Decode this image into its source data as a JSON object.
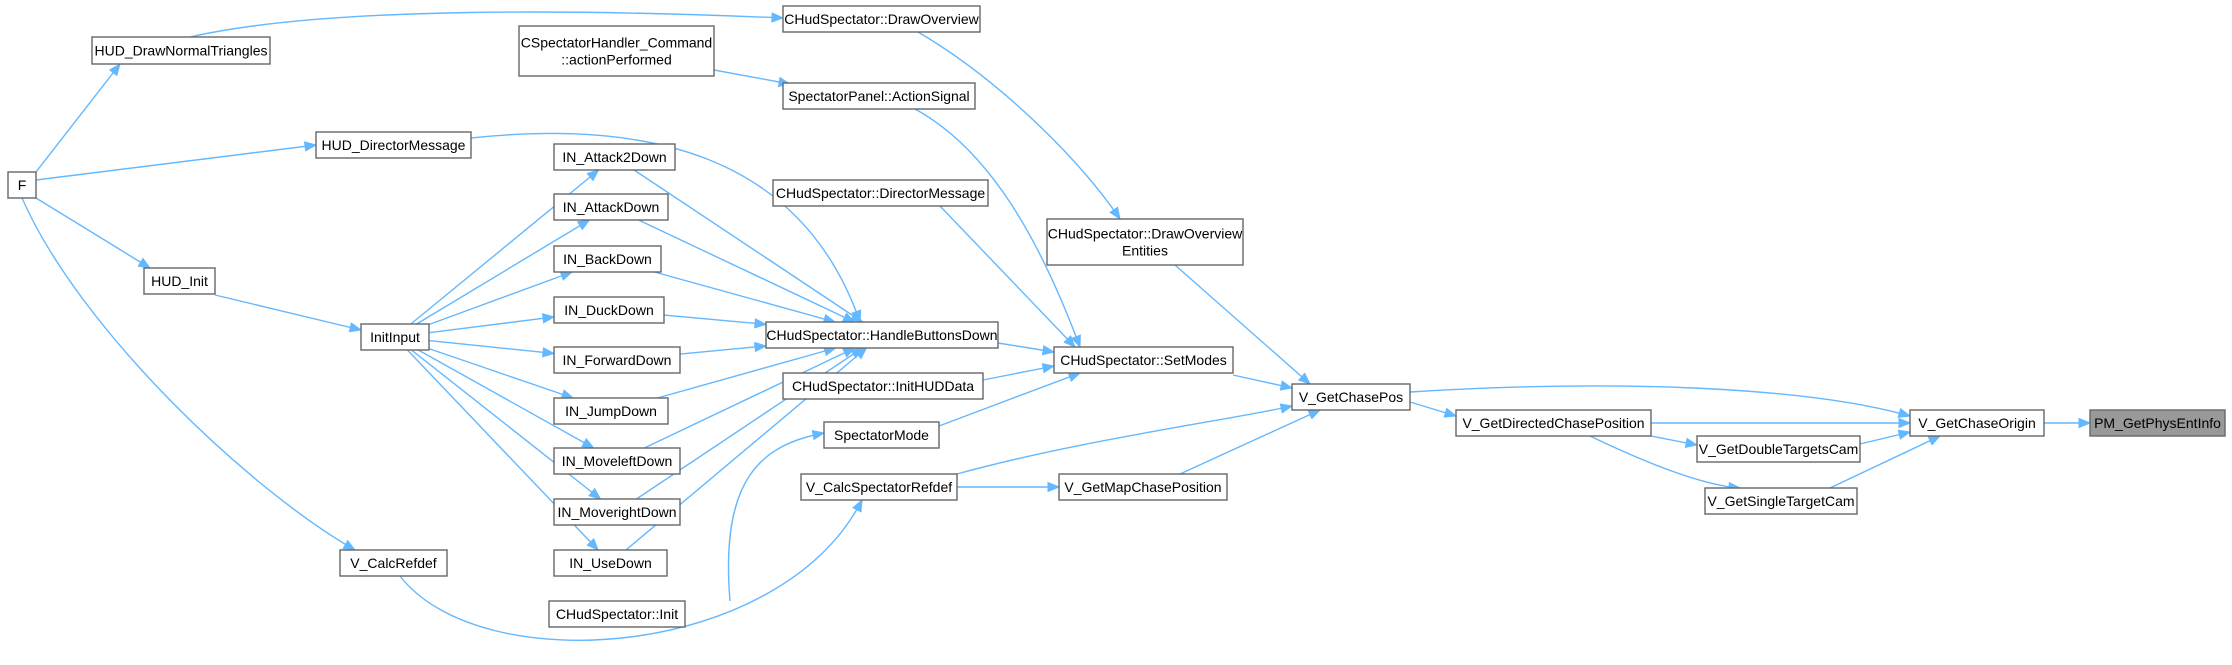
{
  "graph": {
    "target": "PM_GetPhysEntInfo",
    "nodes": [
      {
        "id": "F",
        "lines": [
          "F"
        ]
      },
      {
        "id": "HUD_DrawNormalTriangles",
        "lines": [
          "HUD_DrawNormalTriangles"
        ]
      },
      {
        "id": "HUD_DirectorMessage",
        "lines": [
          "HUD_DirectorMessage"
        ]
      },
      {
        "id": "HUD_Init",
        "lines": [
          "HUD_Init"
        ]
      },
      {
        "id": "V_CalcRefdef",
        "lines": [
          "V_CalcRefdef"
        ]
      },
      {
        "id": "InitInput",
        "lines": [
          "InitInput"
        ]
      },
      {
        "id": "CSpectatorHandler_Command",
        "lines": [
          "CSpectatorHandler_Command",
          "::actionPerformed"
        ]
      },
      {
        "id": "IN_Attack2Down",
        "lines": [
          "IN_Attack2Down"
        ]
      },
      {
        "id": "IN_AttackDown",
        "lines": [
          "IN_AttackDown"
        ]
      },
      {
        "id": "IN_BackDown",
        "lines": [
          "IN_BackDown"
        ]
      },
      {
        "id": "IN_DuckDown",
        "lines": [
          "IN_DuckDown"
        ]
      },
      {
        "id": "IN_ForwardDown",
        "lines": [
          "IN_ForwardDown"
        ]
      },
      {
        "id": "IN_JumpDown",
        "lines": [
          "IN_JumpDown"
        ]
      },
      {
        "id": "IN_MoveleftDown",
        "lines": [
          "IN_MoveleftDown"
        ]
      },
      {
        "id": "IN_MoverightDown",
        "lines": [
          "IN_MoverightDown"
        ]
      },
      {
        "id": "IN_UseDown",
        "lines": [
          "IN_UseDown"
        ]
      },
      {
        "id": "CHudSpectatorInit",
        "lines": [
          "CHudSpectator::Init"
        ]
      },
      {
        "id": "CHudSpectatorDrawOverview",
        "lines": [
          "CHudSpectator::DrawOverview"
        ]
      },
      {
        "id": "SpectatorPanelActionSignal",
        "lines": [
          "SpectatorPanel::ActionSignal"
        ]
      },
      {
        "id": "CHudSpectatorDirectorMessage",
        "lines": [
          "CHudSpectator::DirectorMessage"
        ]
      },
      {
        "id": "CHudSpectatorHandleButtonsDown",
        "lines": [
          "CHudSpectator::HandleButtonsDown"
        ]
      },
      {
        "id": "CHudSpectatorInitHUDData",
        "lines": [
          "CHudSpectator::InitHUDData"
        ]
      },
      {
        "id": "SpectatorMode",
        "lines": [
          "SpectatorMode"
        ]
      },
      {
        "id": "V_CalcSpectatorRefdef",
        "lines": [
          "V_CalcSpectatorRefdef"
        ]
      },
      {
        "id": "CHudSpectatorDrawOverviewEntities",
        "lines": [
          "CHudSpectator::DrawOverview",
          "Entities"
        ]
      },
      {
        "id": "CHudSpectatorSetModes",
        "lines": [
          "CHudSpectator::SetModes"
        ]
      },
      {
        "id": "V_GetMapChasePosition",
        "lines": [
          "V_GetMapChasePosition"
        ]
      },
      {
        "id": "V_GetChasePos",
        "lines": [
          "V_GetChasePos"
        ]
      },
      {
        "id": "V_GetDirectedChasePosition",
        "lines": [
          "V_GetDirectedChasePosition"
        ]
      },
      {
        "id": "V_GetDoubleTargetsCam",
        "lines": [
          "V_GetDoubleTargetsCam"
        ]
      },
      {
        "id": "V_GetSingleTargetCam",
        "lines": [
          "V_GetSingleTargetCam"
        ]
      },
      {
        "id": "V_GetChaseOrigin",
        "lines": [
          "V_GetChaseOrigin"
        ]
      },
      {
        "id": "PM_GetPhysEntInfo",
        "lines": [
          "PM_GetPhysEntInfo"
        ]
      }
    ],
    "edges": [
      [
        "F",
        "HUD_DrawNormalTriangles"
      ],
      [
        "F",
        "HUD_DirectorMessage"
      ],
      [
        "F",
        "HUD_Init"
      ],
      [
        "F",
        "V_CalcRefdef"
      ],
      [
        "HUD_DrawNormalTriangles",
        "CHudSpectatorDrawOverview"
      ],
      [
        "HUD_DirectorMessage",
        "CHudSpectatorHandleButtonsDown"
      ],
      [
        "HUD_Init",
        "InitInput"
      ],
      [
        "V_CalcRefdef",
        "V_CalcSpectatorRefdef"
      ],
      [
        "InitInput",
        "IN_Attack2Down"
      ],
      [
        "InitInput",
        "IN_AttackDown"
      ],
      [
        "InitInput",
        "IN_BackDown"
      ],
      [
        "InitInput",
        "IN_DuckDown"
      ],
      [
        "InitInput",
        "IN_ForwardDown"
      ],
      [
        "InitInput",
        "IN_JumpDown"
      ],
      [
        "InitInput",
        "IN_MoveleftDown"
      ],
      [
        "InitInput",
        "IN_MoverightDown"
      ],
      [
        "InitInput",
        "IN_UseDown"
      ],
      [
        "CSpectatorHandler_Command",
        "SpectatorPanelActionSignal"
      ],
      [
        "IN_Attack2Down",
        "CHudSpectatorHandleButtonsDown"
      ],
      [
        "IN_AttackDown",
        "CHudSpectatorHandleButtonsDown"
      ],
      [
        "IN_BackDown",
        "CHudSpectatorHandleButtonsDown"
      ],
      [
        "IN_DuckDown",
        "CHudSpectatorHandleButtonsDown"
      ],
      [
        "IN_ForwardDown",
        "CHudSpectatorHandleButtonsDown"
      ],
      [
        "IN_JumpDown",
        "CHudSpectatorHandleButtonsDown"
      ],
      [
        "IN_MoveleftDown",
        "CHudSpectatorHandleButtonsDown"
      ],
      [
        "IN_MoverightDown",
        "CHudSpectatorHandleButtonsDown"
      ],
      [
        "IN_UseDown",
        "CHudSpectatorHandleButtonsDown"
      ],
      [
        "CHudSpectatorInit",
        "SpectatorMode"
      ],
      [
        "CHudSpectatorDrawOverview",
        "CHudSpectatorDrawOverviewEntities"
      ],
      [
        "SpectatorPanelActionSignal",
        "CHudSpectatorSetModes"
      ],
      [
        "CHudSpectatorDirectorMessage",
        "CHudSpectatorSetModes"
      ],
      [
        "CHudSpectatorHandleButtonsDown",
        "CHudSpectatorSetModes"
      ],
      [
        "CHudSpectatorInitHUDData",
        "CHudSpectatorSetModes"
      ],
      [
        "SpectatorMode",
        "CHudSpectatorSetModes"
      ],
      [
        "V_CalcSpectatorRefdef",
        "V_GetMapChasePosition"
      ],
      [
        "V_CalcSpectatorRefdef",
        "V_GetChasePos"
      ],
      [
        "CHudSpectatorDrawOverviewEntities",
        "V_GetChasePos"
      ],
      [
        "CHudSpectatorSetModes",
        "V_GetChasePos"
      ],
      [
        "V_GetMapChasePosition",
        "V_GetChasePos"
      ],
      [
        "V_GetChasePos",
        "V_GetDirectedChasePosition"
      ],
      [
        "V_GetChasePos",
        "V_GetChaseOrigin"
      ],
      [
        "V_GetDirectedChasePosition",
        "V_GetDoubleTargetsCam"
      ],
      [
        "V_GetDirectedChasePosition",
        "V_GetSingleTargetCam"
      ],
      [
        "V_GetDirectedChasePosition",
        "V_GetChaseOrigin"
      ],
      [
        "V_GetDoubleTargetsCam",
        "V_GetChaseOrigin"
      ],
      [
        "V_GetSingleTargetCam",
        "V_GetChaseOrigin"
      ],
      [
        "V_GetChaseOrigin",
        "PM_GetPhysEntInfo"
      ]
    ]
  }
}
